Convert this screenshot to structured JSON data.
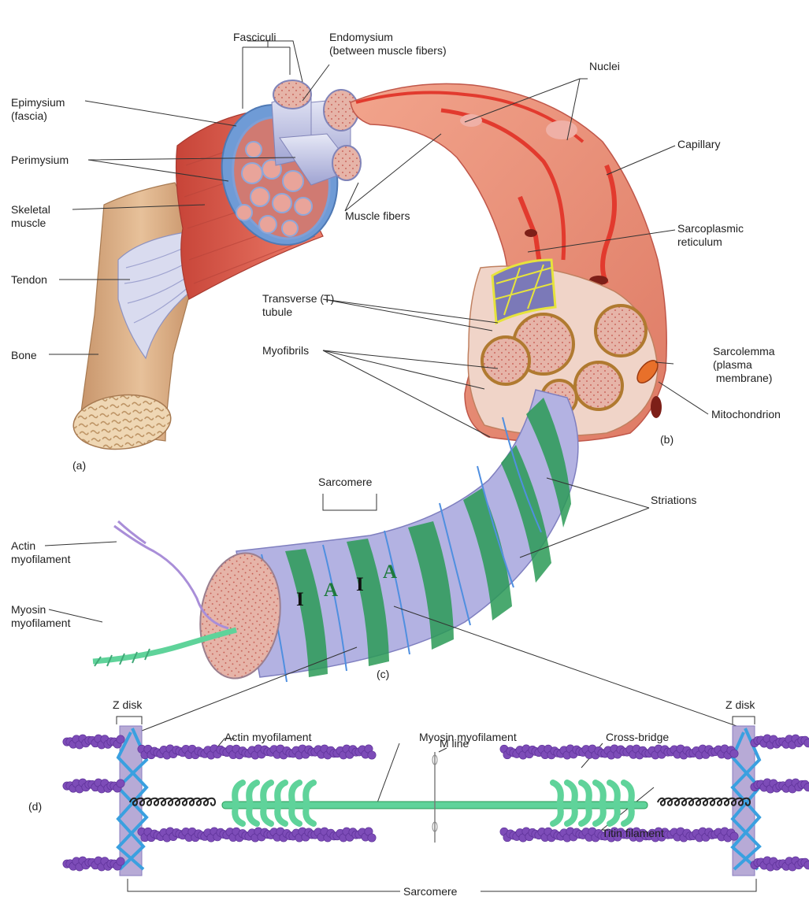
{
  "labels": {
    "fasciculi": "Fasciculi",
    "endomysium": "Endomysium\n(between muscle fibers)",
    "nuclei": "Nuclei",
    "epimysium": "Epimysium\n(fascia)",
    "perimysium": "Perimysium",
    "capillary": "Capillary",
    "skeletal_muscle": "Skeletal\nmuscle",
    "muscle_fibers": "Muscle fibers",
    "sarcoplasmic_reticulum": "Sarcoplasmic\nreticulum",
    "tendon": "Tendon",
    "transverse_tubule": "Transverse (T)\ntubule",
    "sarcolemma": "Sarcolemma\n(plasma\n membrane)",
    "myofibrils": "Myofibrils",
    "bone": "Bone",
    "mitochondrion": "Mitochondrion",
    "panel_a": "(a)",
    "panel_b": "(b)",
    "panel_c": "(c)",
    "panel_d": "(d)",
    "sarcomere_top": "Sarcomere",
    "striations": "Striations",
    "actin_myofilament_c": "Actin\nmyofilament",
    "myosin_myofilament_c": "Myosin\nmyofilament",
    "z_disk_left": "Z disk",
    "z_disk_right": "Z disk",
    "actin_myofilament_d": "Actin myofilament",
    "myosin_myofilament_d": "Myosin myofilament",
    "cross_bridge": "Cross-bridge",
    "m_line": "M line",
    "titin_filament": "Titin filament",
    "sarcomere_bottom": "Sarcomere"
  },
  "bands": {
    "i_left": "I",
    "a_left": "A",
    "i_right": "I",
    "a_right": "A"
  },
  "colors": {
    "muscle_red": "#e05a4e",
    "fascia_blue": "#6f9bd6",
    "bone_tan": "#d7ab80",
    "fiber_pink": "#e99a82",
    "myofibril_lavender": "#b3b2e2",
    "striation_green": "#2a9a56",
    "actin_purple": "#7d4cb8",
    "myosin_green": "#5fd39a",
    "z_disk_blue": "#3aa0e0",
    "band_i_color": "#111111",
    "band_a_color": "#1e7a3c"
  }
}
